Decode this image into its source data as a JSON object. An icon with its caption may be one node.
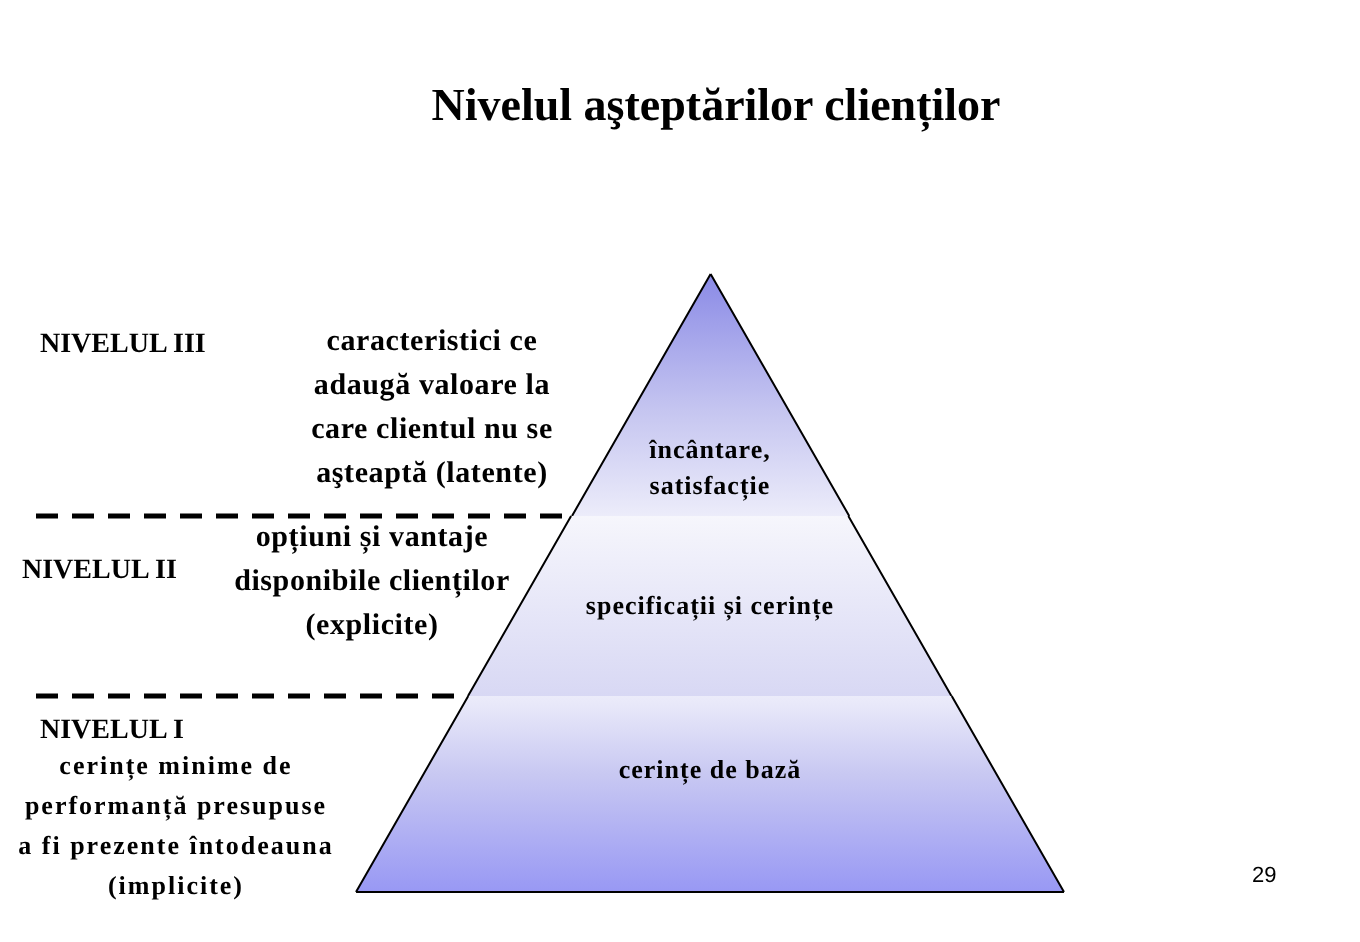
{
  "diagram": {
    "title": "Nivelul aşteptărilor clienților",
    "nodes": [
      {
        "text": [
          "încântare, satisfacție"
        ]
      },
      {
        "text": [
          "specificații și cerințe"
        ]
      },
      {
        "text": [
          "cerințe de bază"
        ]
      }
    ],
    "labels": [
      "NIVELUL III",
      "caracteristici ce adaugă valoare la care clientul nu se aşteaptă (latente)",
      "opțiuni și vantaje disponibile clienților (explicite)",
      "NIVELUL II",
      "NIVELUL I",
      "cerințe minime de performanță presupuse a fi prezente întodeauna (implicite)",
      "29"
    ]
  }
}
